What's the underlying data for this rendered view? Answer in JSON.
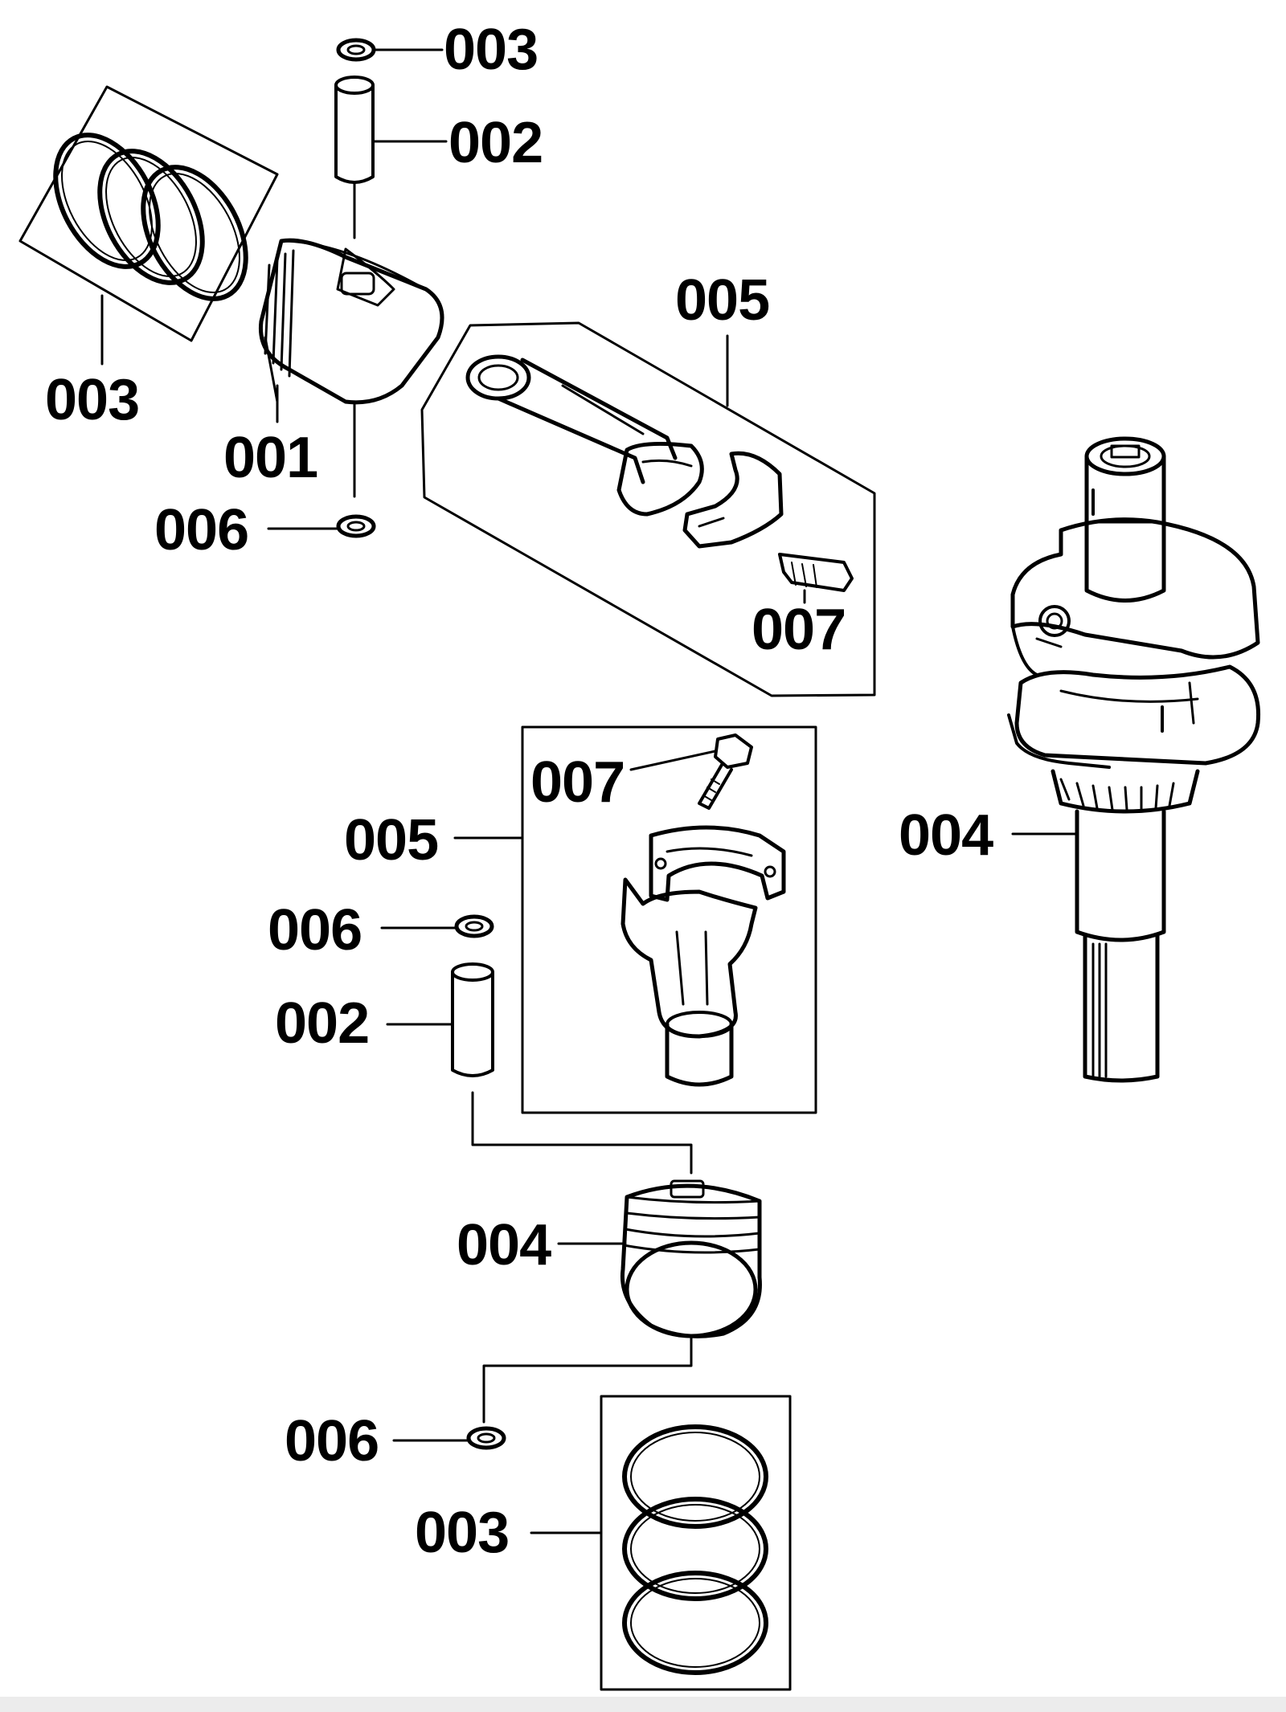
{
  "diagram": {
    "type": "exploded-parts-diagram",
    "line_color": "#000000",
    "background": "#ffffff"
  },
  "callouts": {
    "top_circlip": "003",
    "top_pin": "002",
    "top_ring_set": "003",
    "top_piston": "001",
    "top_lower_circlip": "006",
    "top_conrod": "005",
    "top_conrod_bolt": "007",
    "crankshaft": "004",
    "bottom_conrod_bolt": "007",
    "bottom_conrod": "005",
    "bottom_upper_circlip": "006",
    "bottom_pin": "002",
    "bottom_piston": "004",
    "bottom_lower_circlip": "006",
    "bottom_ring_set": "003"
  },
  "parts": [
    {
      "name": "piston-circlip",
      "icon": "circlip-icon"
    },
    {
      "name": "piston-pin",
      "icon": "pin-icon"
    },
    {
      "name": "piston-ring-set",
      "icon": "ring-set-icon"
    },
    {
      "name": "piston",
      "icon": "piston-icon"
    },
    {
      "name": "connecting-rod",
      "icon": "conrod-icon"
    },
    {
      "name": "conrod-bolt",
      "icon": "bolt-icon"
    },
    {
      "name": "crankshaft",
      "icon": "crankshaft-icon"
    }
  ]
}
